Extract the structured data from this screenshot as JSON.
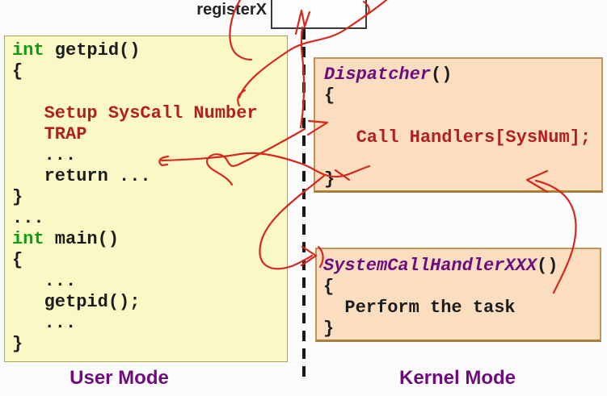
{
  "register": {
    "label": "registerX"
  },
  "modes": {
    "user": "User Mode",
    "kernel": "Kernel Mode"
  },
  "user_code": {
    "lines": [
      [
        [
          "int",
          "green"
        ],
        [
          " getpid()",
          "black"
        ]
      ],
      [
        [
          "{",
          "black"
        ]
      ],
      [],
      [
        [
          "   Setup SysCall Number",
          "darkred"
        ]
      ],
      [
        [
          "   TRAP",
          "darkred"
        ]
      ],
      [
        [
          "   ...",
          "black"
        ]
      ],
      [
        [
          "   return ...",
          "black"
        ]
      ],
      [
        [
          "}",
          "black"
        ]
      ],
      [
        [
          "...",
          "black"
        ]
      ],
      [
        [
          "int",
          "green"
        ],
        [
          " main()",
          "black"
        ]
      ],
      [
        [
          "{",
          "black"
        ]
      ],
      [
        [
          "   ...",
          "black"
        ]
      ],
      [
        [
          "   getpid();",
          "black"
        ]
      ],
      [
        [
          "   ...",
          "black"
        ]
      ],
      [
        [
          "}",
          "black"
        ]
      ]
    ]
  },
  "dispatcher_code": {
    "lines": [
      [
        [
          "Dispatcher",
          "purple"
        ],
        [
          "()",
          "black"
        ]
      ],
      [
        [
          "{",
          "black"
        ]
      ],
      [],
      [
        [
          "   Call Handlers[SysNum];",
          "darkred"
        ]
      ],
      [],
      [
        [
          "}",
          "black"
        ]
      ]
    ]
  },
  "handler_code": {
    "lines": [
      [
        [
          "SystemCallHandlerXXX",
          "purple"
        ],
        [
          "()",
          "black"
        ]
      ],
      [
        [
          "{",
          "black"
        ]
      ],
      [
        [
          "  Perform the task",
          "black"
        ]
      ],
      [
        [
          "}",
          "black"
        ]
      ]
    ]
  },
  "colors": {
    "user_box_bg": "#FAF9C6",
    "user_box_border": "#ABA45C",
    "kernel_box_bg": "#FBDEC0",
    "kernel_box_border": "#C0935B",
    "pen_red": "#D7281D",
    "code_darkred": "#B02020",
    "code_green": "#129B12",
    "code_purple": "#6F0C7C",
    "mode_label_purple": "#6F0C7C",
    "code_black": "#1C1C1C"
  }
}
